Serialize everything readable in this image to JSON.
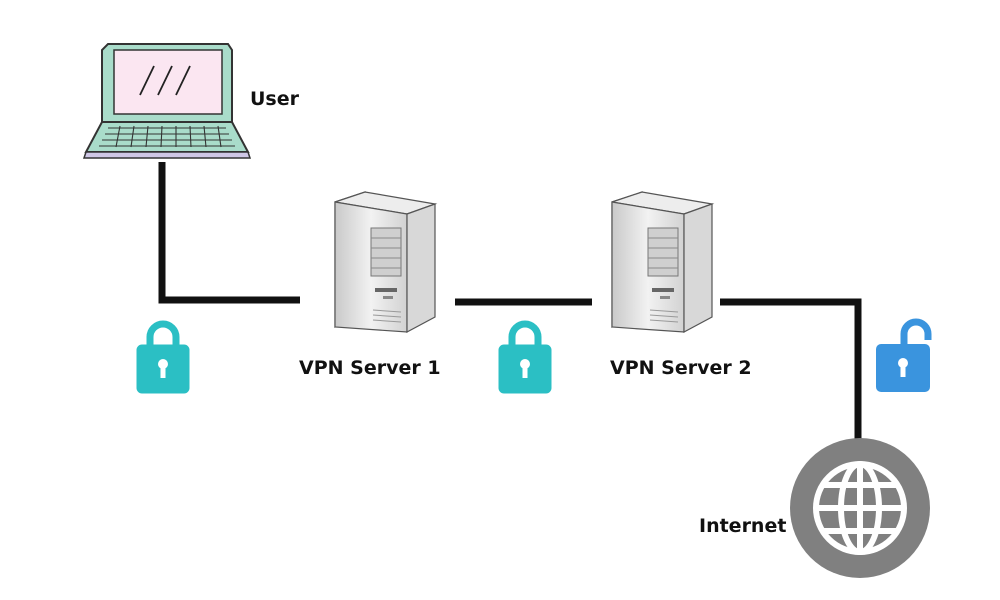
{
  "nodes": {
    "user": {
      "label": "User",
      "icon": "laptop-icon"
    },
    "vpn_server_1": {
      "label": "VPN Server 1",
      "icon": "server-icon"
    },
    "vpn_server_2": {
      "label": "VPN Server 2",
      "icon": "server-icon"
    },
    "internet": {
      "label": "Internet",
      "icon": "globe-icon"
    }
  },
  "links": [
    {
      "from": "user",
      "to": "vpn_server_1",
      "lock": "locked",
      "lock_icon": "lock-closed-icon"
    },
    {
      "from": "vpn_server_1",
      "to": "vpn_server_2",
      "lock": "locked",
      "lock_icon": "lock-closed-icon"
    },
    {
      "from": "vpn_server_2",
      "to": "internet",
      "lock": "unlocked",
      "lock_icon": "lock-open-icon"
    }
  ],
  "colors": {
    "connection_line": "#111111",
    "lock_closed": "#2bbfc4",
    "lock_open": "#3a94de",
    "globe": "#808080",
    "laptop_body": "#a8dcc8",
    "laptop_screen": "#fbe6f1",
    "server_body": "#dcdcdc"
  }
}
